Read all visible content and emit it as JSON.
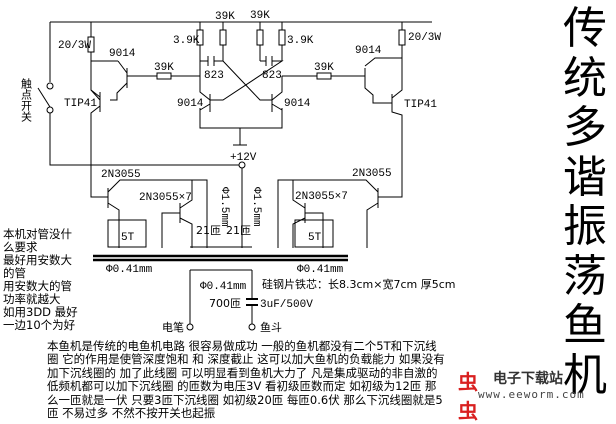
{
  "title": "传统多谐振荡鱼机",
  "switch_label": "触点开关",
  "components": {
    "r_left_power": "20/3W",
    "r_right_power": "20/3W",
    "r_39k_top_left": "39K",
    "r_39k_top_right": "39K",
    "r_39k_left": "39K",
    "r_39k_right": "39K",
    "r_3k9_left": "3.9K",
    "r_3k9_right": "3.9K",
    "cap_left": "823",
    "cap_right": "823",
    "q_9014_left_driver": "9014",
    "q_9014_right_driver": "9014",
    "q_9014_left_osc": "9014",
    "q_9014_right_osc": "9014",
    "q_tip41_left": "TIP41",
    "q_tip41_right": "TIP41",
    "supply": "+12V",
    "q_2n3055_left": "2N3055",
    "q_2n3055_right": "2N3055",
    "q_2n3055x7_left": "2N3055×7",
    "q_2n3055x7_right": "2N3055×7",
    "wire_left": "Φ1.5mm",
    "wire_right": "Φ1.5mm",
    "turns_left": "21匝",
    "turns_right": "21匝",
    "coil_left": "5T",
    "coil_right": "5T",
    "wire_5t_left": "Φ0.41mm",
    "wire_5t_right": "Φ0.41mm",
    "wire_secondary": "Φ0.41mm",
    "turns_secondary": "700匝",
    "core": "硅钢片铁芯：长8.3cm×宽7cm 厚5cm",
    "output_cap": "3uF/500V",
    "out_pen": "电笔",
    "out_net": "鱼斗"
  },
  "notes": [
    "本机对管没什么要求",
    "最好用安数大的管",
    "用安数大的管功率就越大",
    "如用3DD 最好",
    "一边10个为好"
  ],
  "paragraph": "本鱼机是传统的电鱼机电路 很容易做成功 一般的鱼机都没有二个5T和下沉线圈 它的作用是使管深度饱和 和 深度截止 这可以加大鱼机的负载能力 如果没有加下沉线圈的 加了此线圈 可以明显看到鱼机大力了 凡是集成驱动的非自激的低频机都可以加下沉线圈 的匝数为电压3V 看初级匝数而定 如初级为12匝 那么一匝就是一伏 只要3匝下沉线圈 如初级20匝 每匝0.6伏 那么下沉线圈就是5匝 不易过多 不然不按开关也起振",
  "watermark": {
    "name": "电子下载站",
    "url": "www.eeworm.com",
    "logo": "虫虫"
  }
}
